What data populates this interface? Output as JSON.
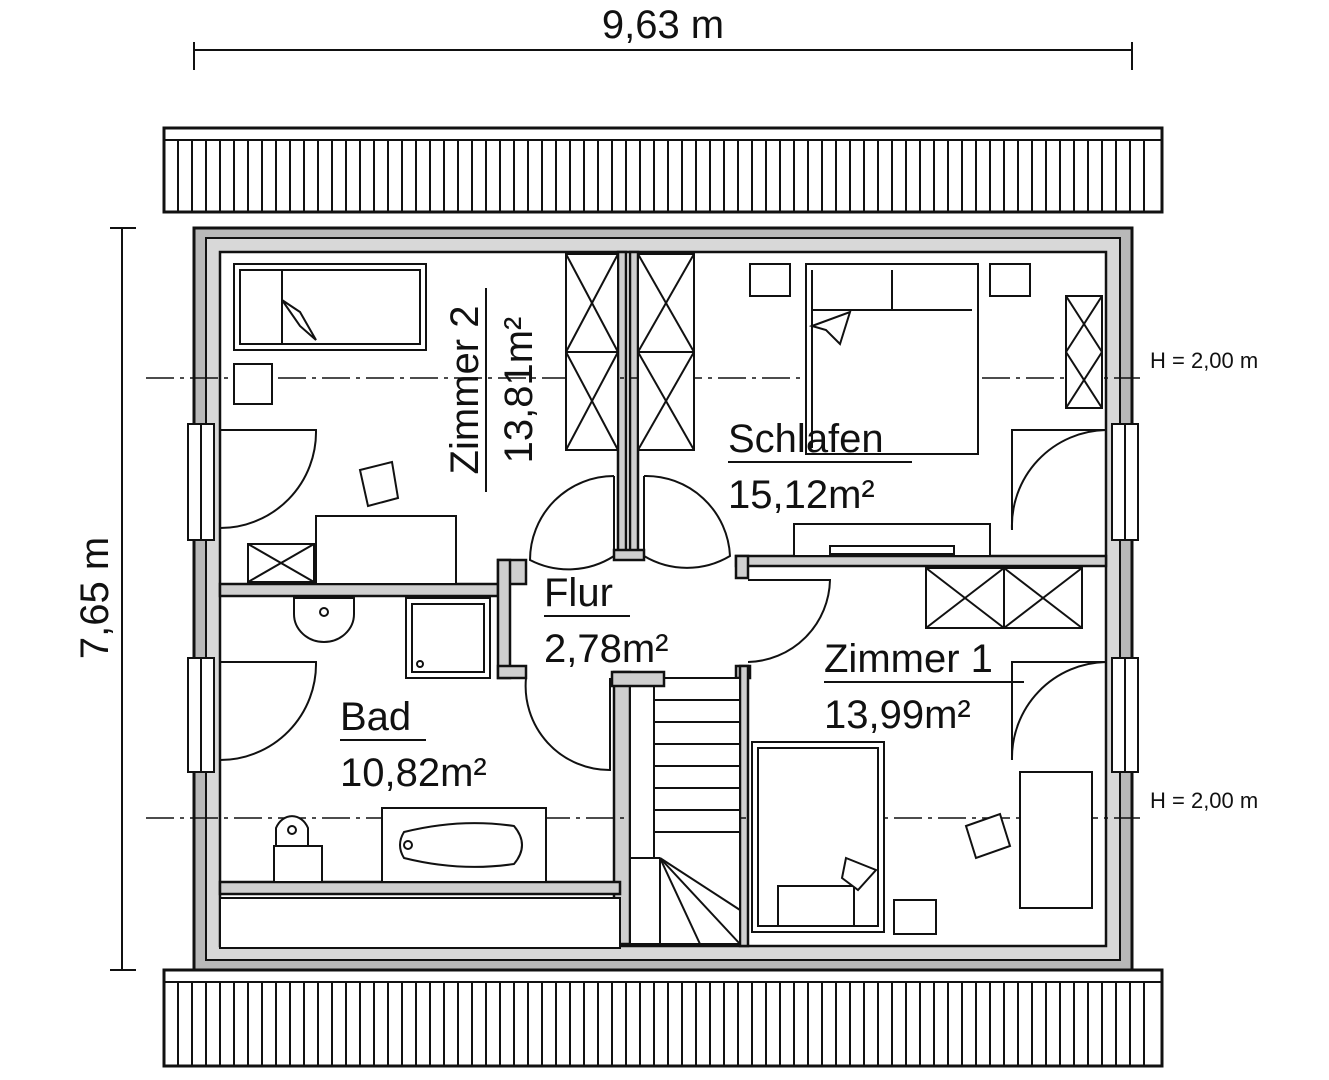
{
  "dimensions": {
    "width": "9,63 m",
    "height": "7,65 m",
    "headroom_top": "H = 2,00 m",
    "headroom_bottom": "H = 2,00 m"
  },
  "rooms": {
    "zimmer2": {
      "name": "Zimmer 2",
      "area": "13,81m²"
    },
    "schlafen": {
      "name": "Schlafen",
      "area": "15,12m²"
    },
    "flur": {
      "name": "Flur",
      "area": "2,78m²"
    },
    "bad": {
      "name": "Bad",
      "area": "10,82m²"
    },
    "zimmer1": {
      "name": "Zimmer 1",
      "area": "13,99m²"
    }
  }
}
